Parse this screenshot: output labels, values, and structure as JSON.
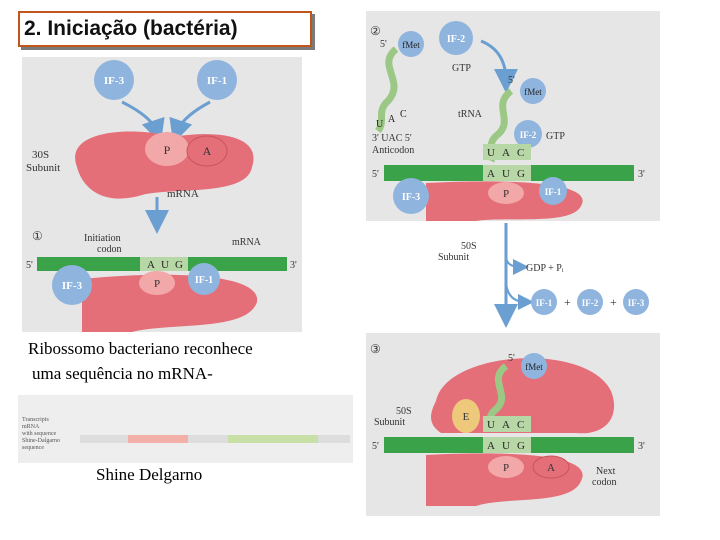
{
  "title": "2. Iniciação (bactéria)",
  "caption": {
    "line1": "Ribossomo bacteriano reconhece",
    "line2": "uma sequência no mRNA-",
    "line3": "Shine Delgarno"
  },
  "panel_left": {
    "if3": "IF-3",
    "if1": "IF-1",
    "p_site": "P",
    "a_site": "A",
    "subunit_30s": "30S",
    "subunit_word": "Subunit",
    "mrna_label": "mRNA",
    "step": "①",
    "initiation_codon_1": "Initiation",
    "initiation_codon_2": "codon",
    "mrna_label2": "mRNA",
    "five_prime": "5'",
    "three_prime": "3'",
    "codon_a": "A",
    "codon_u": "U",
    "codon_g": "G",
    "if3_b": "IF-3",
    "p_site_b": "P",
    "if1_b": "IF-1"
  },
  "sequence_strip": {
    "label1": "Transcripts",
    "label2": "mRNA",
    "label3": "with sequence",
    "label4": "Shine-Dalgarno",
    "label5": "sequence"
  },
  "panel_right": {
    "step2": "②",
    "fmet": "fMet",
    "five_prime_trna": "5'",
    "if2": "IF-2",
    "gtp": "GTP",
    "five_prime_b": "5'",
    "fmet_b": "fMet",
    "trna": "tRNA",
    "if2_b": "IF-2",
    "gtp_b": "GTP",
    "anticodon_u": "U",
    "anticodon_a": "A",
    "anticodon_c": "C",
    "uac": "3' UAC 5'",
    "anticodon_word": "Anticodon",
    "u2": "U",
    "a2": "A",
    "c2": "C",
    "five_prime_mrna": "5'",
    "a3": "A",
    "u3": "U",
    "g3": "G",
    "three_prime_mrna": "3'",
    "if3": "IF-3",
    "p_site": "P",
    "if1": "IF-1",
    "subunit_50s": "50S",
    "subunit_word": "Subunit",
    "gdp_pi": "GDP + Pᵢ",
    "if1_r": "IF-1",
    "plus1": "+",
    "if2_r": "IF-2",
    "plus2": "+",
    "if3_r": "IF-3",
    "step3": "③",
    "five_prime_c": "5'",
    "fmet_c": "fMet",
    "subunit_50s_c": "50S",
    "subunit_word_c": "Subunit",
    "e_site": "E",
    "u4": "U",
    "a4": "A",
    "c4": "C",
    "five_prime_c2": "5'",
    "a5": "A",
    "u5": "U",
    "g5": "G",
    "three_prime_c": "3'",
    "p_site_c": "P",
    "a_site_c": "A",
    "next_codon_1": "Next",
    "next_codon_2": "codon"
  },
  "colors": {
    "ribosome": "#e46f79",
    "ribosome_dark": "#c9525e",
    "p_site": "#f2a8a8",
    "if_factor": "#8fb4de",
    "mrna": "#3aa34a",
    "codon": "#b7d7a6",
    "trna": "#9cc886",
    "e_site": "#efc97b",
    "arrow": "#6b9ed1",
    "panel": "#e6e6e6",
    "title_border": "#c0561c"
  }
}
